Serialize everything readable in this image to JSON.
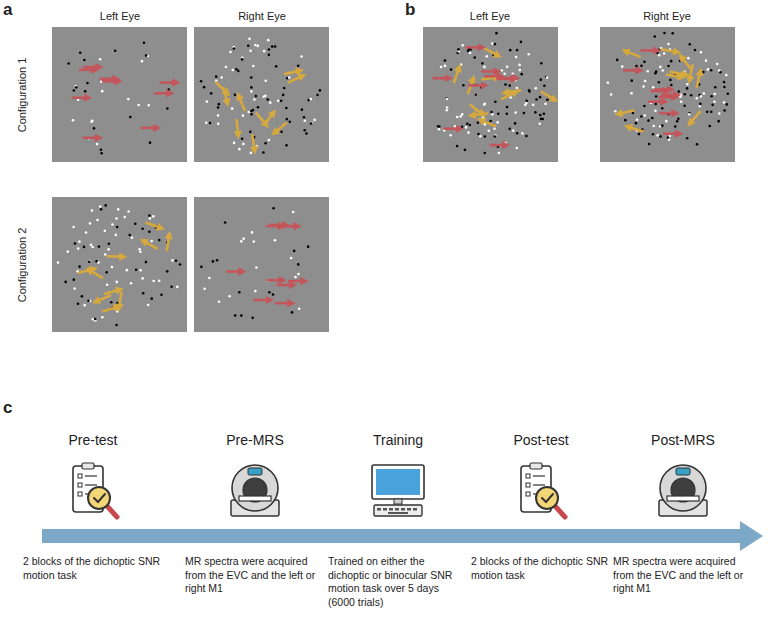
{
  "diagram": {
    "nodes": [
      {
        "text": [
          "Pre-test",
          "2 blocks of the dichoptic SNR motion task"
        ]
      },
      {
        "text": [
          "Pre-MRS",
          "MR spectra were acquired from the EVC and the left or right M1"
        ]
      },
      {
        "text": [
          "Training",
          "Trained on either the dichoptic or binocular SNR motion task over 5 days (6000 trials)"
        ]
      },
      {
        "text": [
          "Post-test",
          "2 blocks of the dichoptic SNR motion task"
        ]
      },
      {
        "text": [
          "Post-MRS",
          "MR spectra were acquired from the EVC and the left or right M1"
        ]
      }
    ],
    "labels": [
      "a",
      "Left Eye",
      "Right Eye",
      "Configuration 1",
      "Configuration 2",
      "b",
      "Left Eye",
      "Right Eye",
      "c"
    ]
  }
}
